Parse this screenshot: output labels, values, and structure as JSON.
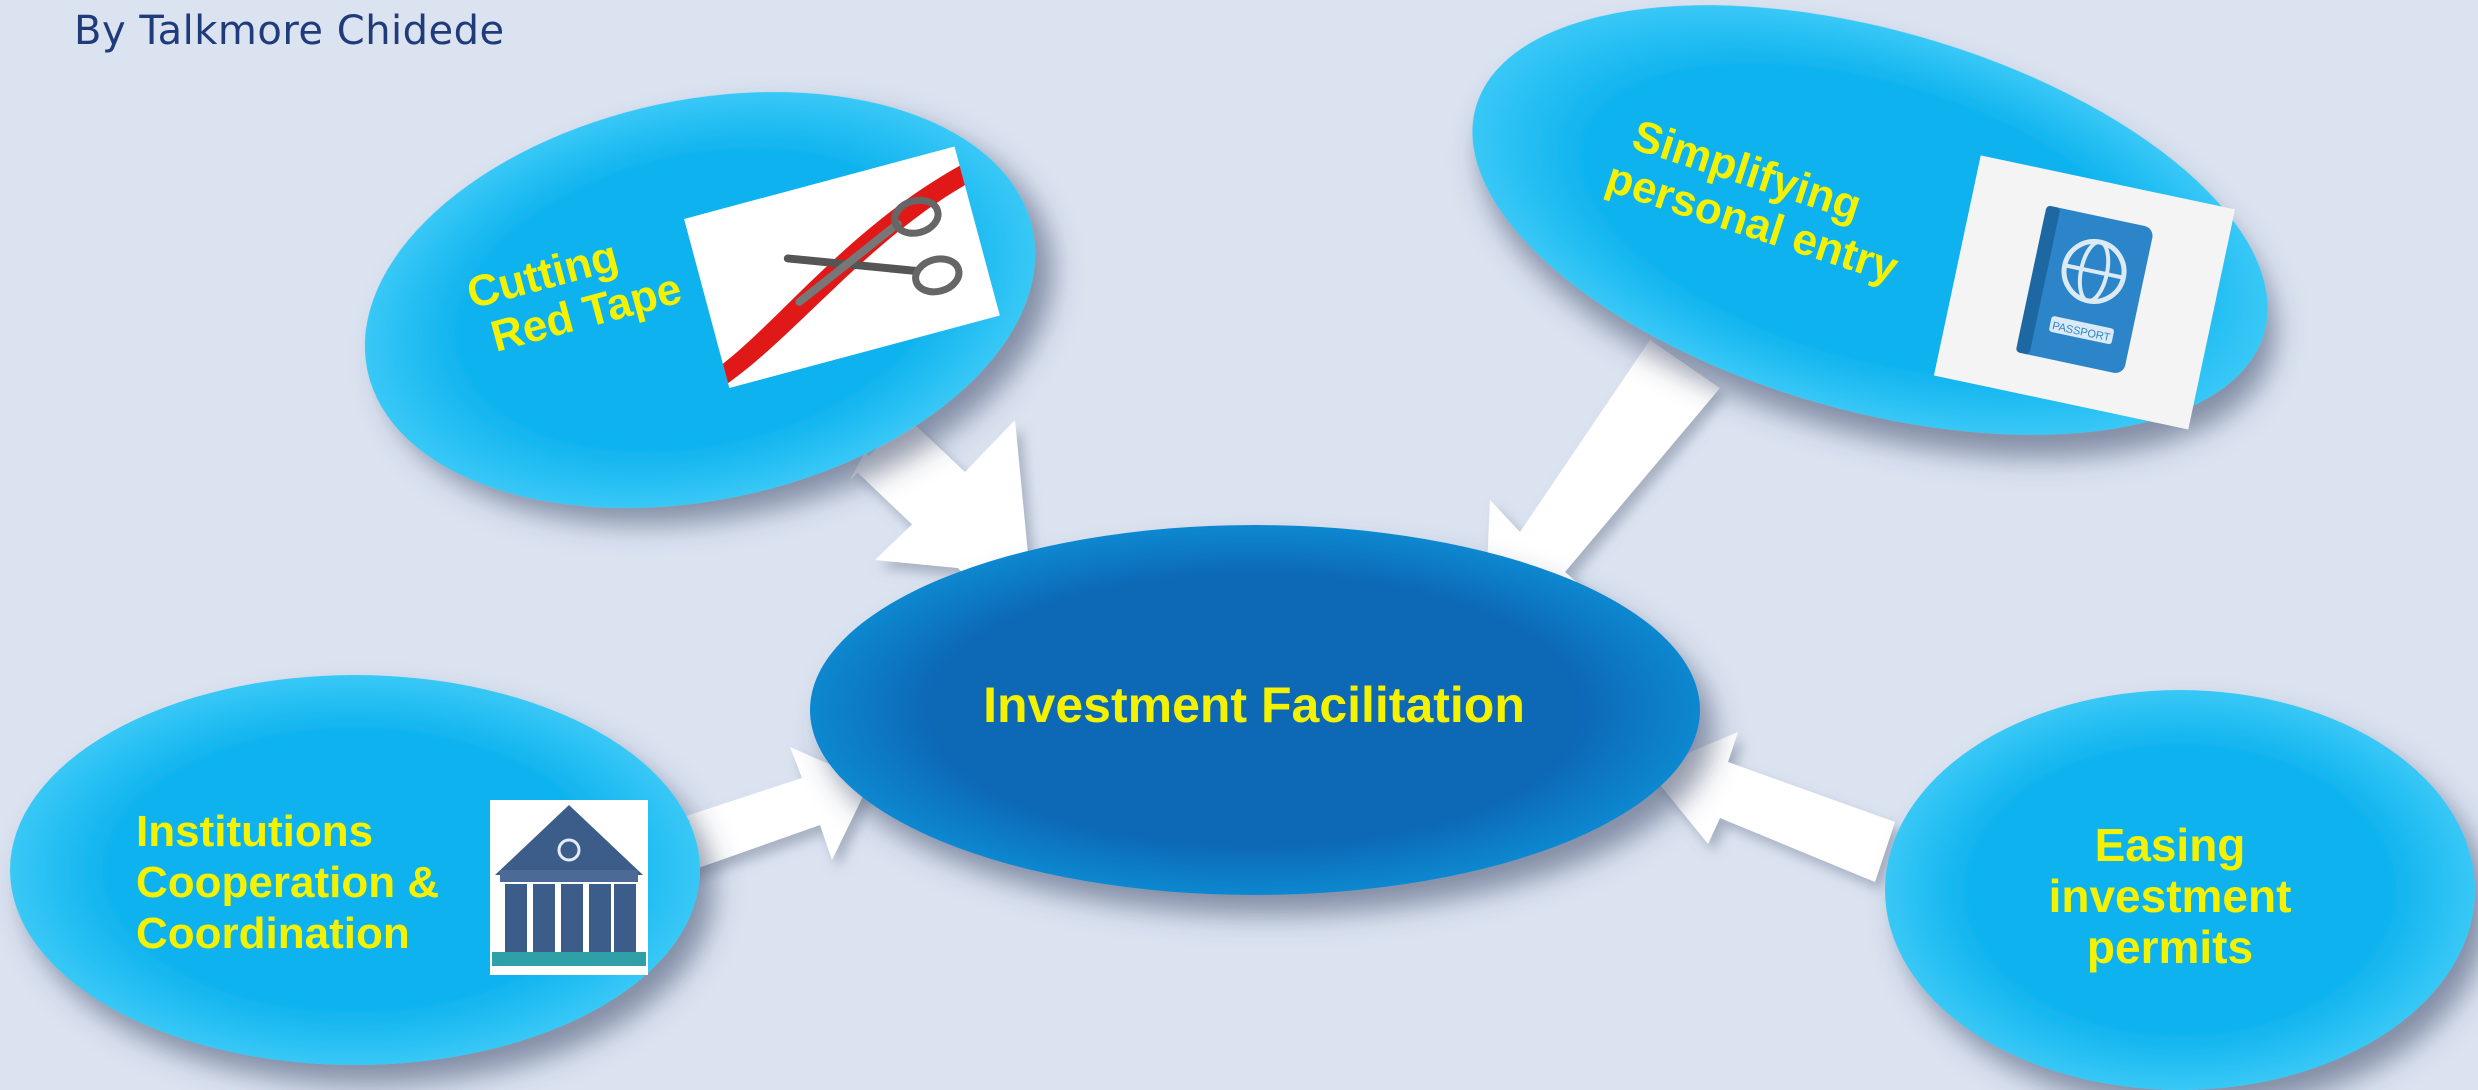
{
  "author": "By Talkmore Chidede",
  "center": {
    "label": "Investment Facilitation"
  },
  "nodes": {
    "red_tape": {
      "label_line1": "Cutting",
      "label_line2": "Red Tape",
      "icon": "scissors-cutting-ribbon-icon"
    },
    "personal_entry": {
      "label_line1": "Simplifying",
      "label_line2": "personal entry",
      "icon": "passport-icon",
      "icon_text": "PASSPORT"
    },
    "institutions": {
      "label_line1": "Institutions",
      "label_line2": "Cooperation &",
      "label_line3": "Coordination",
      "icon": "bank-building-icon"
    },
    "permits": {
      "label_line1": "Easing",
      "label_line2": "investment",
      "label_line3": "permits"
    }
  },
  "colors": {
    "background": "#dbe3f1",
    "node_fill": "#0fb0ec",
    "center_fill": "#0767b6",
    "label_text": "#f5f200",
    "arrow_fill": "#ffffff",
    "author_text": "#1f3b7a"
  }
}
